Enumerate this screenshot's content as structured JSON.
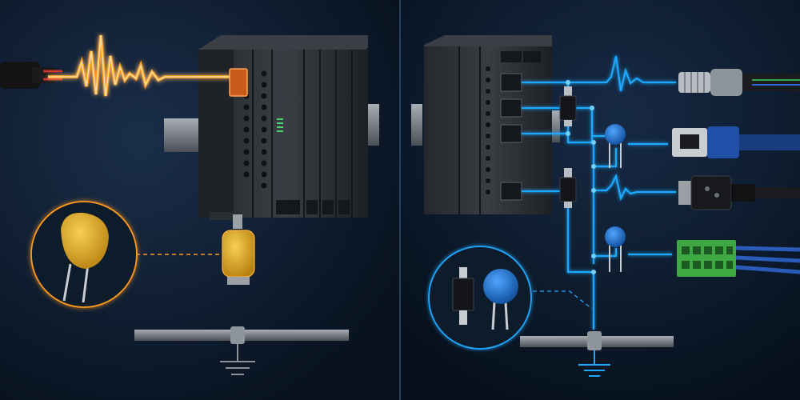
{
  "colors": {
    "background": "#0b1a2e",
    "divider": "#26415f",
    "power_glow": "#ff9a1f",
    "power_core": "#ffe2a8",
    "signal_glow": "#1ea8ff",
    "signal_core": "#b9ecff",
    "plc_body": "#2a2e33",
    "plc_face": "#33373d",
    "din_rail": "#7a7f86",
    "ground_bar": "#6b7077",
    "tvs_body": "#d9a11c",
    "varistor_blue": "#1d6fc8",
    "terminal_green": "#3ea843",
    "rj45_blue": "#1f4fa6"
  },
  "panels": {
    "left": {
      "plc": "plc-module-power",
      "surge_input": "power-cable",
      "protector": "polymer-ptc-fuse",
      "magnified": "yellow-disc-component",
      "ground": "ground-bar"
    },
    "right": {
      "plc": "plc-module-communication",
      "connectors": [
        "m12-circular-connector",
        "rj45-ethernet-plug",
        "d-sub-connector",
        "green-terminal-block"
      ],
      "protectors": [
        "gas-discharge-tube",
        "blue-varistor"
      ],
      "magnified": [
        "black-gdt-component",
        "blue-mov-component"
      ],
      "ground": "ground-bar"
    }
  },
  "icons": {
    "ground_left": "ground-symbol-icon",
    "ground_right": "ground-symbol-icon",
    "surge_waveform_left": "surge-waveform-icon",
    "surge_waveform_right": "surge-waveform-icon"
  }
}
